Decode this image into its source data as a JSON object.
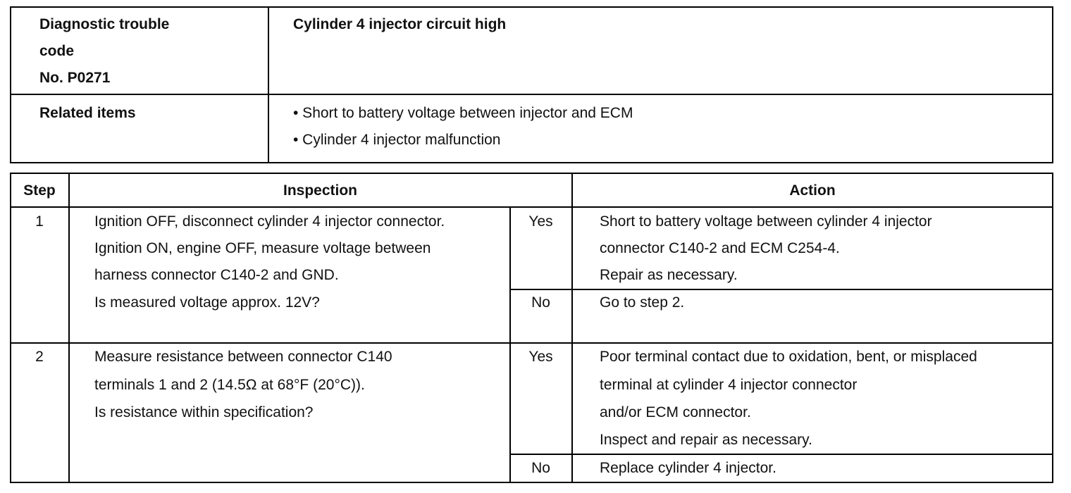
{
  "header": {
    "dtc_label": [
      "Diagnostic trouble",
      "code",
      "No. P0271"
    ],
    "dtc_title": "Cylinder 4 injector circuit high",
    "related_label": "Related items",
    "related_items": [
      "• Short to battery voltage between injector and ECM",
      "• Cylinder 4 injector malfunction"
    ]
  },
  "table": {
    "columns": {
      "step": "Step",
      "inspection": "Inspection",
      "action": "Action"
    },
    "steps": [
      {
        "number": "1",
        "inspection": [
          "Ignition OFF, disconnect cylinder 4 injector connector.",
          "Ignition ON, engine OFF, measure voltage between",
          "harness connector C140-2 and GND.",
          "Is measured voltage approx. 12V?"
        ],
        "yes_label": "Yes",
        "yes_action": [
          "Short to battery voltage between cylinder 4 injector",
          "connector C140-2 and ECM C254-4.",
          "Repair as necessary."
        ],
        "no_label": "No",
        "no_action": [
          "Go to step 2."
        ]
      },
      {
        "number": "2",
        "inspection": [
          "Measure resistance between connector C140",
          "terminals 1 and 2 (14.5Ω at 68°F (20°C)).",
          "Is resistance within specification?"
        ],
        "yes_label": "Yes",
        "yes_action": [
          "Poor terminal contact due to oxidation, bent, or misplaced",
          "terminal at cylinder 4 injector connector",
          "and/or ECM connector.",
          "Inspect and repair as necessary."
        ],
        "no_label": "No",
        "no_action": [
          "Replace cylinder 4 injector."
        ]
      }
    ]
  }
}
